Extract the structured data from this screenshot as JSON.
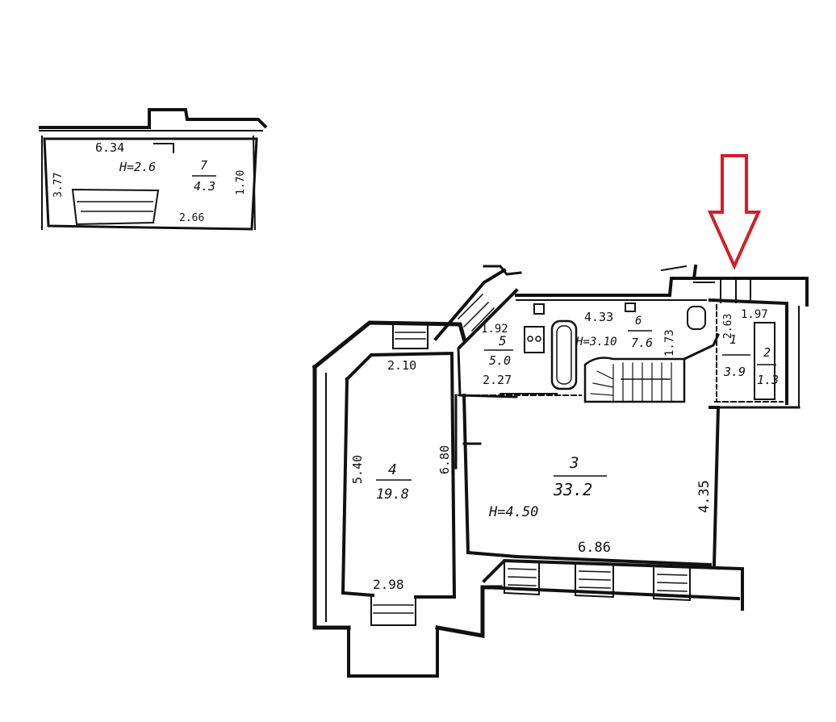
{
  "colors": {
    "ink": "#111111",
    "arrow": "#d21f26",
    "paper": "#ffffff"
  },
  "inset_plan": {
    "length": "6.34",
    "height": "H=2.6",
    "room_number": "7",
    "area": "4.3",
    "width_left": "3.77",
    "width_right": "1.70",
    "bottom_dim": "2.66"
  },
  "rooms": {
    "room1": {
      "number": "1",
      "area": "3.9",
      "dim_top": "1.97",
      "dim_side": "2.63"
    },
    "room2": {
      "number": "2",
      "area": "1.3"
    },
    "room3": {
      "number": "3",
      "area": "33.2",
      "height": "H=4.50",
      "dim_bottom": "6.86",
      "dim_side": "4.35"
    },
    "room4": {
      "number": "4",
      "area": "19.8",
      "dim_top": "2.10",
      "dim_side": "5.40",
      "dim_bottom": "2.98"
    },
    "room5": {
      "number": "5",
      "area": "5.0",
      "dim_top": "1.92",
      "dim_bottom": "2.27"
    },
    "room6": {
      "number": "6",
      "area": "7.6",
      "height": "H=3.10",
      "dim_top": "4.33",
      "dim_side": "1.73"
    }
  },
  "partition_dim": "6.80",
  "marker": {
    "type": "arrow-down",
    "color": "#d21f26"
  }
}
